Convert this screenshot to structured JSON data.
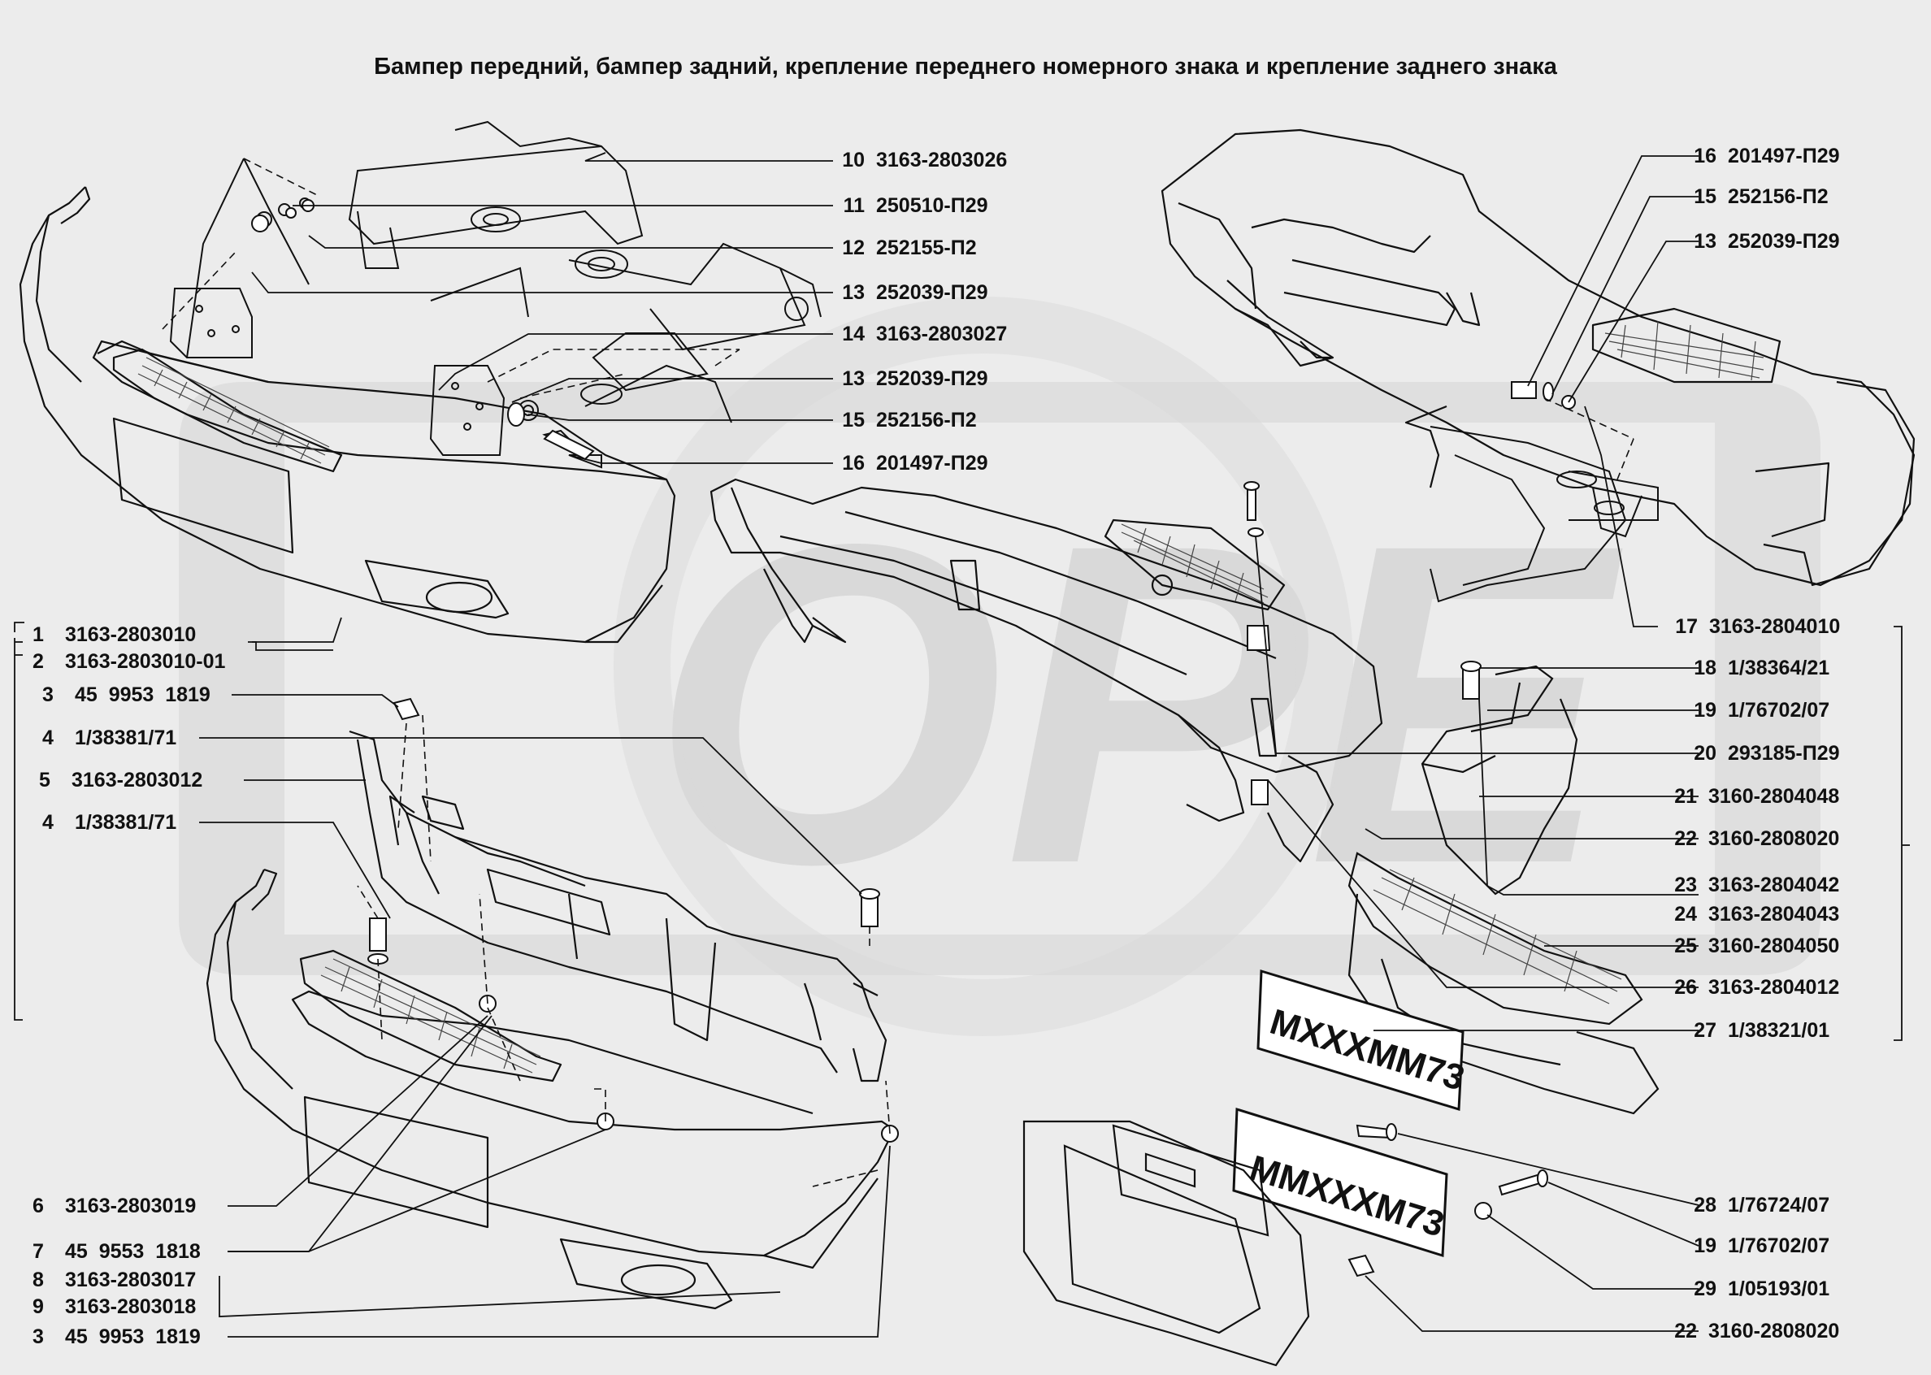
{
  "title": "Бампер передний, бампер задний, крепление переднего  номерного знака и крепление заднего знака",
  "watermark": "OPE",
  "colors": {
    "background": "#ececec",
    "line": "#111111",
    "watermark": "#d4d4d4"
  },
  "plates": {
    "front_plate": "MXXXMM73",
    "rear_plate": "MMXXXM73"
  },
  "labels_right": [
    {
      "num": "10",
      "code": "3163-2803026"
    },
    {
      "num": "11",
      "code": "250510-П29"
    },
    {
      "num": "12",
      "code": "252155-П2"
    },
    {
      "num": "13",
      "code": "252039-П29"
    },
    {
      "num": "14",
      "code": "3163-2803027"
    },
    {
      "num": "13",
      "code": "252039-П29"
    },
    {
      "num": "15",
      "code": "252156-П2"
    },
    {
      "num": "16",
      "code": "201497-П29"
    }
  ],
  "labels_top_right": [
    {
      "num": "16",
      "code": "201497-П29"
    },
    {
      "num": "15",
      "code": "252156-П2"
    },
    {
      "num": "13",
      "code": "252039-П29"
    }
  ],
  "labels_far_right": [
    {
      "num": "17",
      "code": "3163-2804010"
    },
    {
      "num": "18",
      "code": "1/38364/21"
    },
    {
      "num": "19",
      "code": "1/76702/07"
    },
    {
      "num": "20",
      "code": "293185-П29"
    },
    {
      "num": "21",
      "code": "3160-2804048"
    },
    {
      "num": "22",
      "code": "3160-2808020"
    },
    {
      "num": "23",
      "code": "3163-2804042"
    },
    {
      "num": "24",
      "code": "3163-2804043"
    },
    {
      "num": "25",
      "code": "3160-2804050"
    },
    {
      "num": "26",
      "code": "3163-2804012"
    },
    {
      "num": "27",
      "code": "1/38321/01"
    },
    {
      "num": "28",
      "code": "1/76724/07"
    },
    {
      "num": "19",
      "code": "1/76702/07"
    },
    {
      "num": "29",
      "code": "1/05193/01"
    },
    {
      "num": "22",
      "code": "3160-2808020"
    }
  ],
  "labels_left": [
    {
      "num": "1",
      "code": "3163-2803010"
    },
    {
      "num": "2",
      "code": "3163-2803010-01"
    },
    {
      "num": "3",
      "code": "45  9953  1819"
    },
    {
      "num": "4",
      "code": "1/38381/71"
    },
    {
      "num": "5",
      "code": "3163-2803012"
    },
    {
      "num": "4",
      "code": "1/38381/71"
    },
    {
      "num": "6",
      "code": "3163-2803019"
    },
    {
      "num": "7",
      "code": "45  9553  1818"
    },
    {
      "num": "8",
      "code": "3163-2803017"
    },
    {
      "num": "9",
      "code": "3163-2803018"
    },
    {
      "num": "3",
      "code": "45  9953  1819"
    }
  ]
}
